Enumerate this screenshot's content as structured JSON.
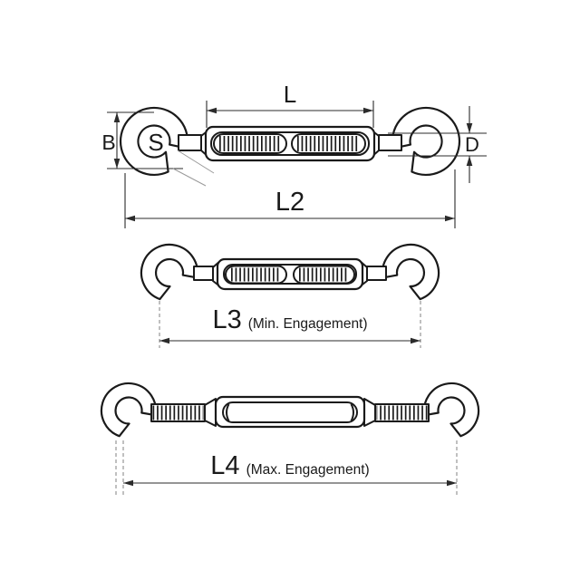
{
  "labels": {
    "L": "L",
    "B": "B",
    "S": "S",
    "D": "D",
    "L2": "L2",
    "L3": "L3",
    "L3_note": "(Min. Engagement)",
    "L4": "L4",
    "L4_note": "(Max. Engagement)"
  },
  "colors": {
    "outline": "#1a1a1a",
    "dimension_lines": "#2b2b2b",
    "dashed_extension": "#808080",
    "leader_lines": "#9a9a9a",
    "background": "#ffffff"
  }
}
